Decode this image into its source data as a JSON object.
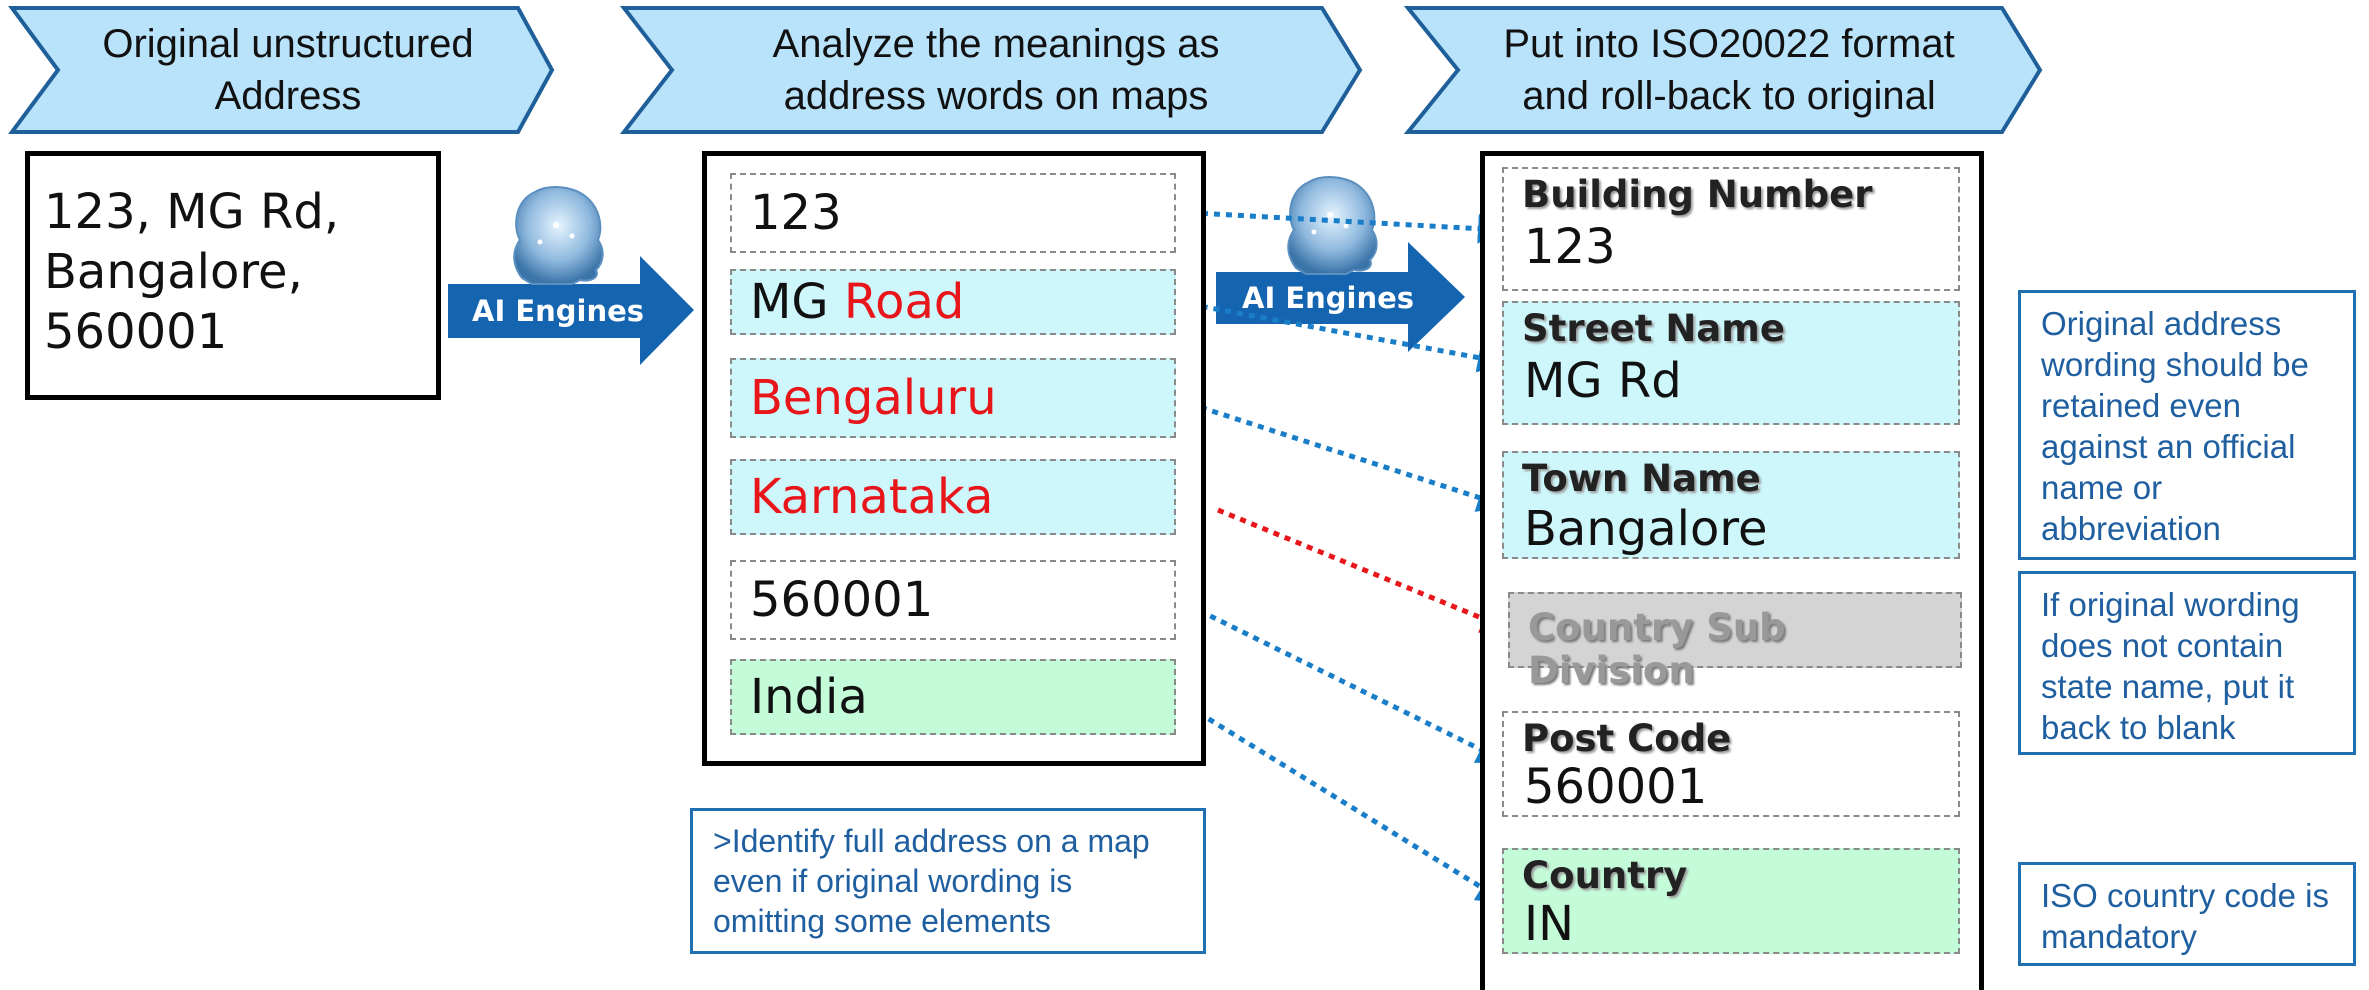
{
  "headers": {
    "step1": "Original unstructured\nAddress",
    "step2": "Analyze the meanings as\naddress words on maps",
    "step3": "Put into ISO20022 format\nand roll-back to original"
  },
  "original_address": "123, MG Rd,\nBangalore,\n560001",
  "ai_engines_label": "AI Engines",
  "analyzed_words": [
    {
      "plain": "123",
      "highlight": ""
    },
    {
      "plain": "MG ",
      "highlight": "Road"
    },
    {
      "plain": "",
      "highlight": "Bengaluru"
    },
    {
      "plain": "",
      "highlight": "Karnataka"
    },
    {
      "plain": "560001",
      "highlight": ""
    },
    {
      "plain": "India",
      "highlight": ""
    }
  ],
  "iso_fields": [
    {
      "label": "Building Number",
      "value": "123"
    },
    {
      "label": "Street Name",
      "value": "MG Rd"
    },
    {
      "label": "Town Name",
      "value": "Bangalore"
    },
    {
      "label": "Country Sub Division",
      "value": ""
    },
    {
      "label": "Post Code",
      "value": "560001"
    },
    {
      "label": "Country",
      "value": "IN"
    }
  ],
  "notes": {
    "identify": ">Identify full address on a map\neven if original wording is\nomitting some elements",
    "retain": "Original address\nwording should be\nretained even\nagainst an official\nname or\nabbreviation",
    "state": "If original wording\ndoes not contain\nstate name, put it\nback to blank",
    "iso_code": "ISO country code is\nmandatory"
  },
  "colors": {
    "chevron_fill": "#b9e3fb",
    "chevron_stroke": "#1f5f9a",
    "arrow_blue": "#1464b0",
    "dotted_blue": "#1a7dc8",
    "dotted_red": "#e8161b",
    "highlight_red": "#e8161b",
    "cyan_cell": "#cdf7fb",
    "green_cell": "#c4fbd9",
    "grey_cell": "#d4d4d4",
    "note_text": "#1f5fa0"
  },
  "icons": {
    "ai_head": "brain-head-icon"
  }
}
